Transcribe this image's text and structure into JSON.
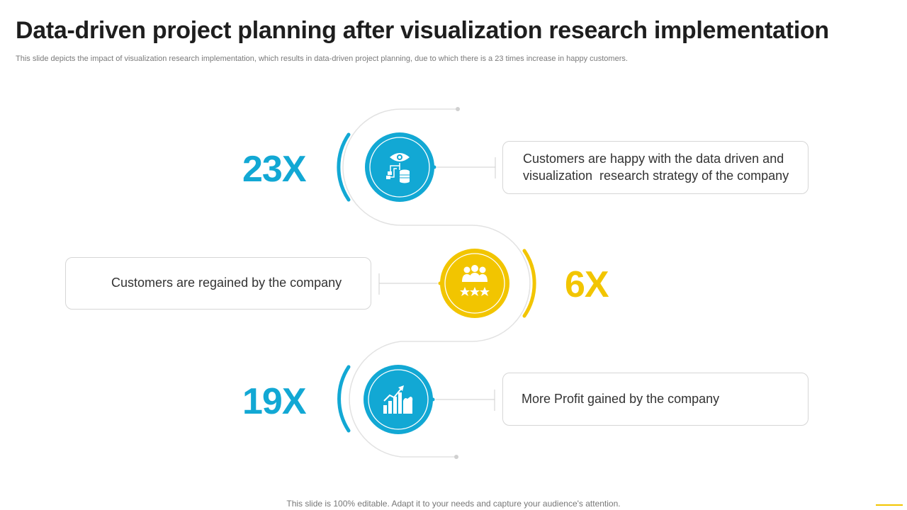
{
  "title": "Data-driven project planning after visualization research implementation",
  "subtitle": "This slide depicts the impact of visualization research implementation, which results in data-driven project planning, due to which there is a 23 times increase in happy customers.",
  "items": [
    {
      "value": "23X",
      "text": "Customers are happy with the data driven and visualization  research strategy of the company",
      "color": "#12a8d4",
      "icon": "eye-data-icon"
    },
    {
      "value": "6X",
      "text": "Customers are regained by the company",
      "color": "#f2c500",
      "icon": "customers-rating-icon"
    },
    {
      "value": "19X",
      "text": "More Profit gained by the company",
      "color": "#12a8d4",
      "icon": "growth-chart-hand-icon"
    }
  ],
  "footer": "This slide is 100% editable. Adapt it to your needs and capture your audience's attention."
}
